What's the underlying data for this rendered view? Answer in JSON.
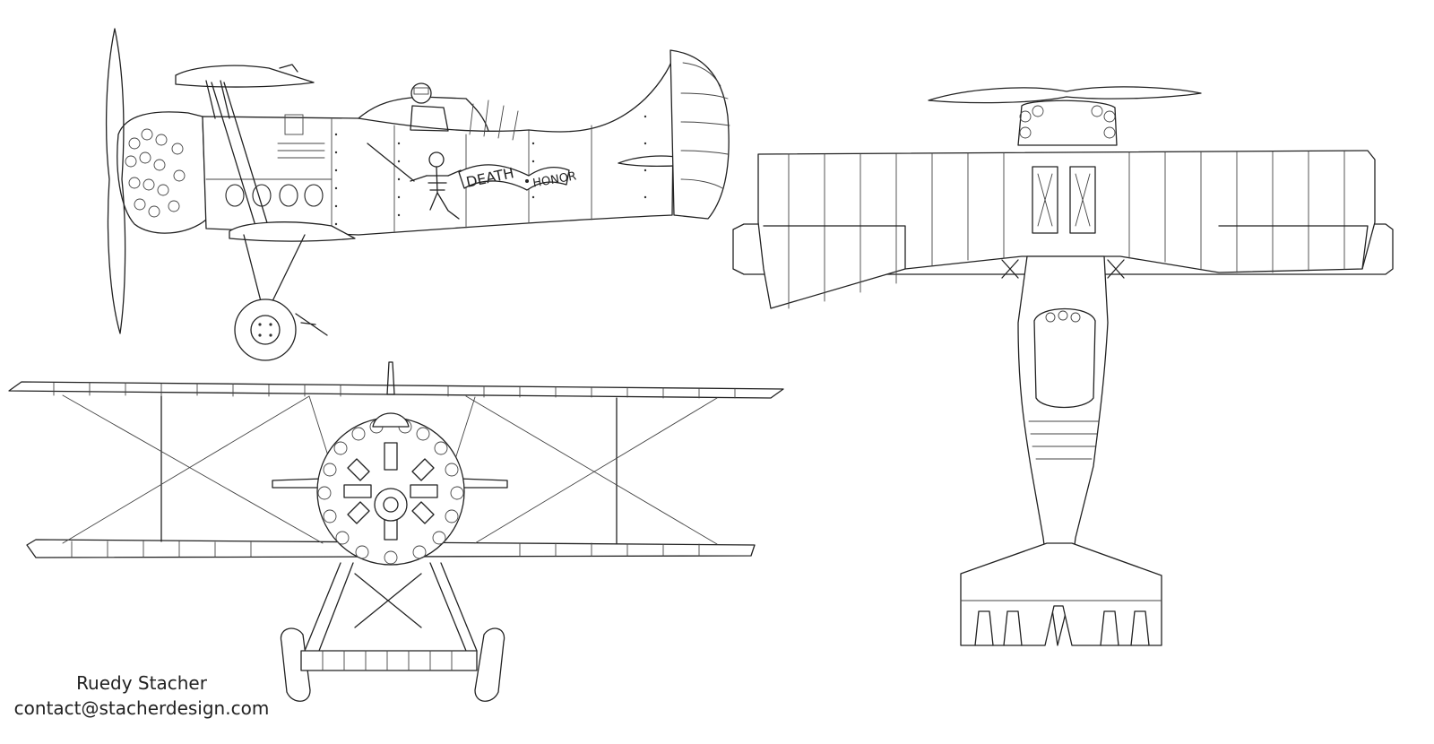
{
  "nose_art": {
    "word_left": "DEATH",
    "word_right": "HONOR"
  },
  "credit": {
    "name": "Ruedy Stacher",
    "email": "contact@stacherdesign.com"
  },
  "colors": {
    "line": "#222222",
    "background": "#ffffff"
  }
}
